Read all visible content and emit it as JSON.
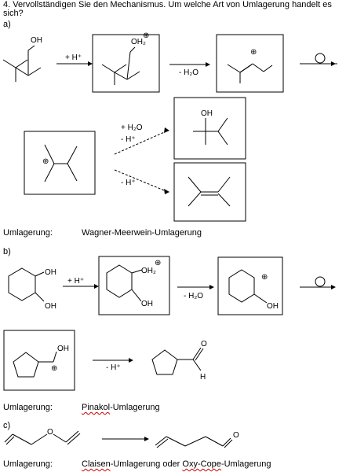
{
  "question": "4. Vervollständigen Sie den Mechanismus. Um welche Art von Umlagerung handelt es sich?",
  "parts": {
    "a": {
      "label": "a)",
      "answer_prefix": "Umlagerung:",
      "answer": "Wagner-Meerwein-Umlagerung",
      "reagents": {
        "protonation": "+ H⁺",
        "water_loss": "- H₂O",
        "water_add": "+ H₂O",
        "deprotonation_1": "- H⁺",
        "deprotonation_2": "- H⁺"
      },
      "atoms": {
        "oh": "OH",
        "oh2": "OH₂",
        "plus": "⊕"
      }
    },
    "b": {
      "label": "b)",
      "answer_prefix": "Umlagerung:",
      "answer_name": "Pinakol",
      "answer_suffix": "-Umlagerung",
      "reagents": {
        "protonation": "+ H⁺",
        "water_loss": "- H₂O",
        "deprotonation": "- H⁺"
      },
      "atoms": {
        "oh": "OH",
        "oh2": "OH₂",
        "o": "O",
        "h": "H",
        "plus": "⊕"
      }
    },
    "c": {
      "label": "c)",
      "answer_prefix": "Umlagerung:",
      "answer_a": "Claisen",
      "answer_mid": "-Umlagerung oder ",
      "answer_b": "Oxy-Cope",
      "answer_end": "-Umlagerung",
      "atoms": {
        "o": "O"
      }
    }
  }
}
